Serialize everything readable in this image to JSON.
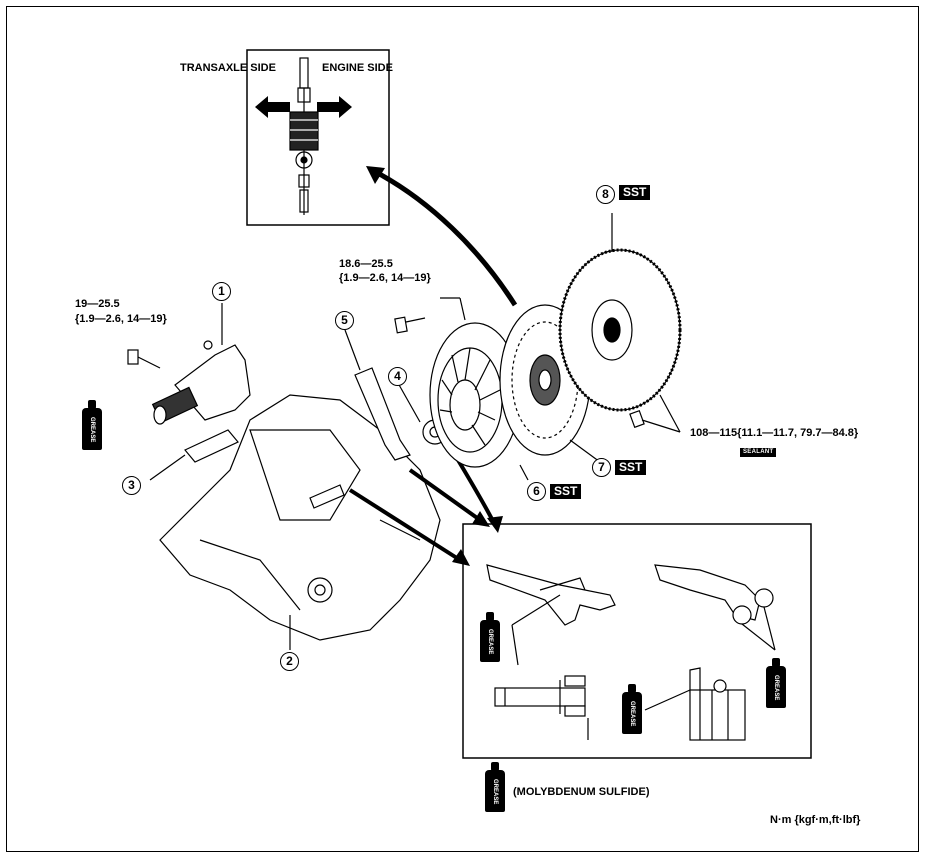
{
  "inset_top": {
    "left_label": "TRANSAXLE SIDE",
    "right_label": "ENGINE SIDE"
  },
  "torque": {
    "t1_line1": "19—25.5",
    "t1_line2": "{1.9—2.6, 14—19}",
    "t2_line1": "18.6—25.5",
    "t2_line2": "{1.9—2.6, 14—19}",
    "t3": "108—115{11.1—11.7, 79.7—84.8}"
  },
  "parts": {
    "p1": "1",
    "p2": "2",
    "p3": "3",
    "p4": "4",
    "p5": "5",
    "p6": "6",
    "p7": "7",
    "p8": "8"
  },
  "sst_label": "SST",
  "sealant_label": "SEALANT",
  "grease_label": "GREASE",
  "molybdenum": "(MOLYBDENUM SULFIDE)",
  "units": "N·m {kgf·m,ft·lbf}"
}
